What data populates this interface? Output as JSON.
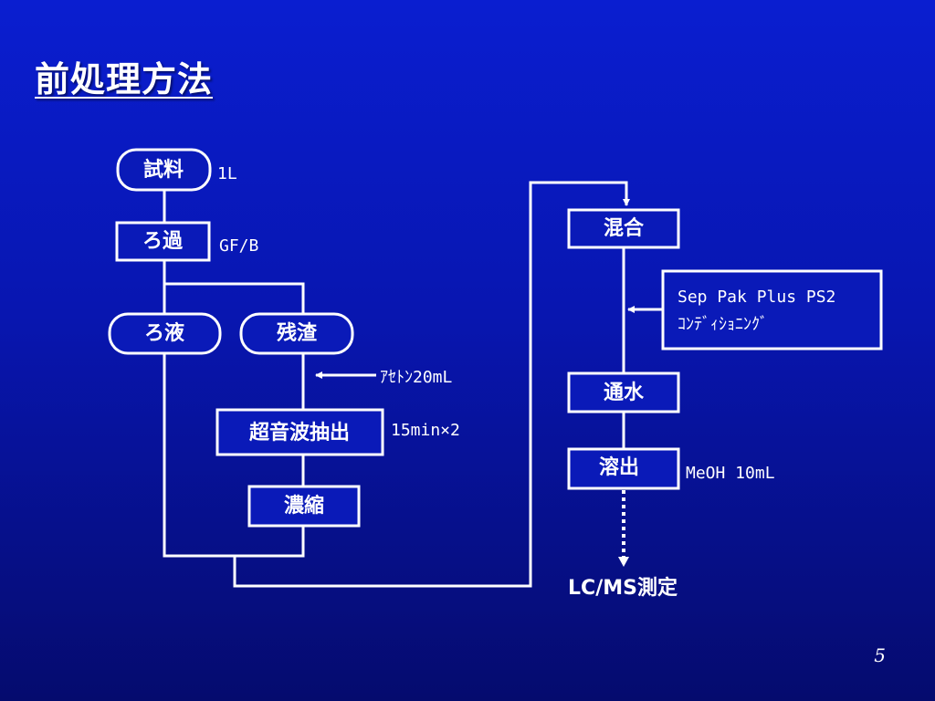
{
  "slide": {
    "title": "前処理方法",
    "page_number": "5"
  },
  "nodes": {
    "sample": "試料",
    "filtration": "ろ過",
    "filtrate": "ろ液",
    "residue": "残渣",
    "ultrasonic": "超音波抽出",
    "concentration": "濃縮",
    "mixing": "混合",
    "water_pass": "通水",
    "elution": "溶出",
    "measurement": "LC/MS測定"
  },
  "notes": {
    "sample_volume": "1L",
    "filter": "GF/B",
    "acetone": "ｱｾﾄﾝ20mL",
    "ultrasonic_time": "15min×2",
    "cartridge_name": "Sep Pak Plus PS2",
    "cartridge_conditioning": "ｺﾝﾃﾞｨｼｮﾆﾝｸﾞ",
    "methanol": "MeOH 10mL"
  },
  "colors": {
    "background_top": "#0a1ed0",
    "background_bottom": "#050b6e",
    "line": "#ffffff"
  }
}
